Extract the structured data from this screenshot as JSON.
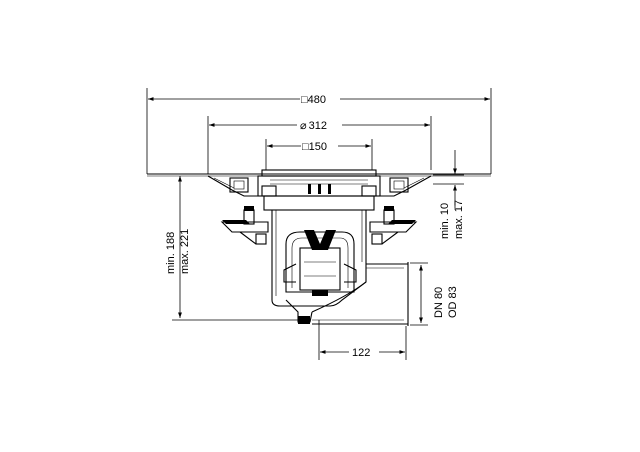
{
  "dimensions": {
    "overall_width": "480",
    "inner_diameter": "312",
    "grate_width": "150",
    "outlet_offset": "122",
    "height_min": "min. 188",
    "height_max": "max. 221",
    "flange_min": "min. 10",
    "flange_max": "max. 17",
    "pipe_dn": "DN 80",
    "pipe_od": "OD 83"
  },
  "symbols": {
    "square": "□",
    "diameter": "⌀"
  },
  "colors": {
    "line": "#000000",
    "background": "#ffffff"
  }
}
